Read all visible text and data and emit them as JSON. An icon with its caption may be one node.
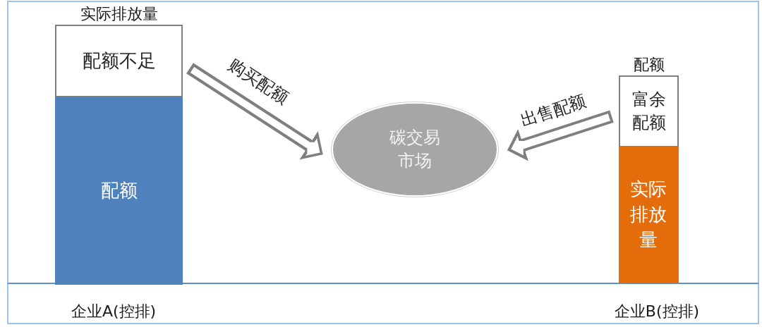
{
  "diagram": {
    "nodes": [
      {
        "text": [
          "配额不足"
        ],
        "beside": [
          "实际排放量"
        ]
      },
      {
        "text": [
          "配额"
        ]
      },
      {
        "text": [
          "碳交易市场"
        ]
      },
      {
        "text": [
          "富余配额"
        ],
        "beside": [
          "配额"
        ]
      },
      {
        "text": [
          "实际排放量"
        ]
      }
    ],
    "edges": [
      {
        "from": 0,
        "to": 2,
        "arrow": "to",
        "label": "购买配额"
      },
      {
        "from": 3,
        "to": 2,
        "arrow": "to",
        "label": "出售配额"
      }
    ],
    "labels": [
      "企业A(控排)",
      "企业B(控排)"
    ]
  }
}
